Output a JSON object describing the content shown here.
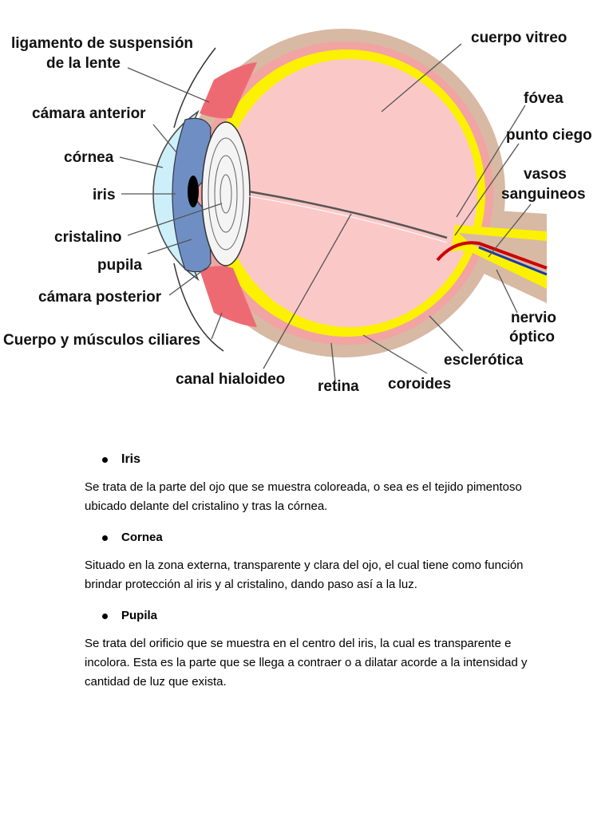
{
  "diagram": {
    "labels": {
      "ligamento_1": "ligamento de suspensión",
      "ligamento_2": "de la lente",
      "camara_anterior": "cámara anterior",
      "cornea": "córnea",
      "iris": "iris",
      "cristalino": "cristalino",
      "pupila": "pupila",
      "camara_posterior": "cámara posterior",
      "cuerpo_musculos": "Cuerpo y músculos ciliares",
      "canal_hialoideo": "canal hialoideo",
      "retina": "retina",
      "coroides": "coroides",
      "esclerotica": "esclerótica",
      "nervio_1": "nervio",
      "nervio_2": "óptico",
      "vasos_1": "vasos",
      "vasos_2": "sanguineos",
      "punto_ciego": "punto ciego",
      "fovea": "fóvea",
      "cuerpo_vitreo": "cuerpo vitreo"
    },
    "colors": {
      "sclera": "#d8b9a4",
      "choroid": "#f2a3a3",
      "retina": "#fbf100",
      "vitreous": "#fbc8c8",
      "ciliary": "#ee6a72",
      "cornea": "#cdeffa",
      "iris": "#6f8fc4",
      "vessel": "#cc0000",
      "vessel_blue": "#1a3aa8"
    }
  },
  "sections": [
    {
      "title": "Iris",
      "text": "Se trata de la parte del ojo que se muestra coloreada, o sea es el tejido pimentoso ubicado delante del cristalino y tras la córnea."
    },
    {
      "title": "Cornea",
      "text": "Situado en la zona externa, transparente y clara del ojo, el cual tiene como función brindar protección al iris y al cristalino, dando paso así a la luz."
    },
    {
      "title": "Pupila",
      "text": "Se trata del orificio que se muestra en el centro del iris, la cual es transparente e incolora. Esta es la parte que se llega a contraer o a dilatar acorde a la intensidad y cantidad de luz que exista."
    }
  ]
}
